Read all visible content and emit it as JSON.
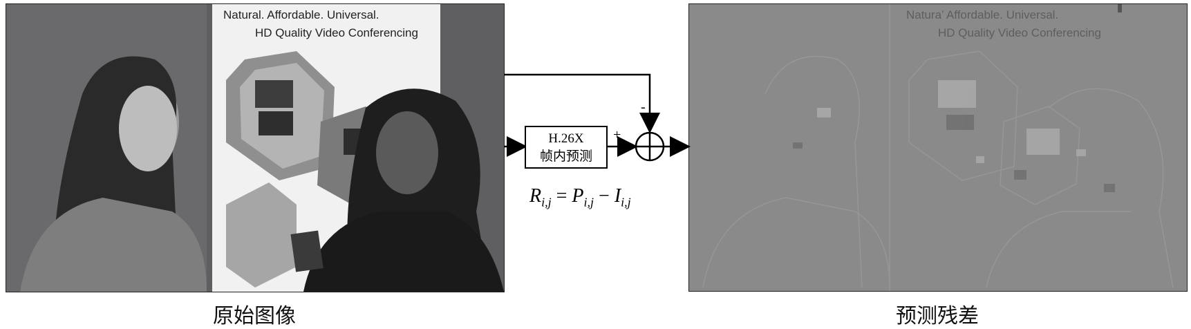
{
  "original_image": {
    "poster_line1": "Natural. Affordable. Universal.",
    "poster_line2": "HD Quality Video Conferencing",
    "caption": "原始图像"
  },
  "predictor_block": {
    "line1": "H.26X",
    "line2": "帧内预测"
  },
  "adder": {
    "plus_sign": "+",
    "minus_sign": "-"
  },
  "formula": {
    "lhs": "R",
    "lhs_sub": "i,j",
    "eq": " = ",
    "p": "P",
    "p_sub": "i,j",
    "minus": " − ",
    "i": "I",
    "i_sub": "i,j"
  },
  "residual_image": {
    "poster_line1": "Natura’ Affordable. Universal.",
    "poster_line2": "HD Quality Video Conferencing",
    "caption": "预测残差"
  }
}
